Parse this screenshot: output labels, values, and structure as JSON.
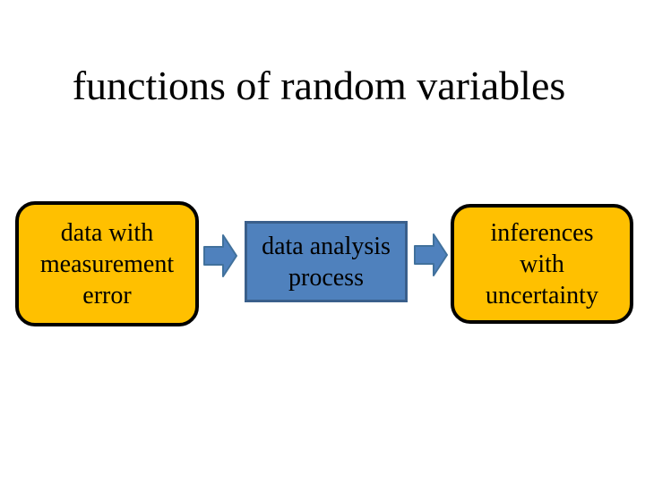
{
  "slide": {
    "title": "functions of random variables",
    "background_color": "#ffffff",
    "text_color": "#000000"
  },
  "diagram": {
    "nodes": [
      {
        "id": "data-with-measurement-error",
        "shape": "rounded-rectangle",
        "fill": "#FFC000",
        "border_color": "#000000",
        "lines": [
          "data with",
          "measurement",
          "error"
        ]
      },
      {
        "id": "data-analysis-process",
        "shape": "rectangle",
        "fill": "#4F81BD",
        "border_color": "#3A5F8B",
        "lines": [
          "data analysis",
          "process"
        ]
      },
      {
        "id": "inferences-with-uncertainty",
        "shape": "rounded-rectangle",
        "fill": "#FFC000",
        "border_color": "#000000",
        "lines": [
          "inferences",
          "with",
          "uncertainty"
        ]
      }
    ],
    "arrows": [
      {
        "id": "arrow-1",
        "direction": "right",
        "fill": "#4F81BD",
        "stroke": "#41719C"
      },
      {
        "id": "arrow-2",
        "direction": "right",
        "fill": "#4F81BD",
        "stroke": "#41719C"
      }
    ]
  }
}
